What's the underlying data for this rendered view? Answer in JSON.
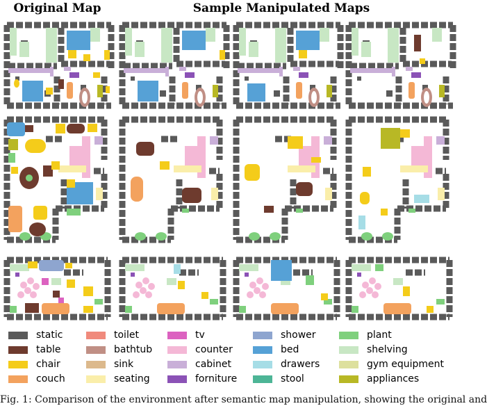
{
  "headers": {
    "original": "Original Map",
    "sample": "Sample Manipulated Maps"
  },
  "legend": [
    {
      "label": "static",
      "color": "#5a5a5a"
    },
    {
      "label": "table",
      "color": "#6e3b2e"
    },
    {
      "label": "chair",
      "color": "#f4cc1a"
    },
    {
      "label": "couch",
      "color": "#f3a25e"
    },
    {
      "label": "toilet",
      "color": "#f08a7c"
    },
    {
      "label": "bathtub",
      "color": "#c08f85"
    },
    {
      "label": "sink",
      "color": "#dcb98c"
    },
    {
      "label": "seating",
      "color": "#faeeaa"
    },
    {
      "label": "tv",
      "color": "#dc62c0"
    },
    {
      "label": "counter",
      "color": "#f4b8d6"
    },
    {
      "label": "cabinet",
      "color": "#c9afd8"
    },
    {
      "label": "forniture",
      "color": "#8b52b6"
    },
    {
      "label": "shower",
      "color": "#8ea5cf"
    },
    {
      "label": "bed",
      "color": "#56a1d6"
    },
    {
      "label": "drawers",
      "color": "#a6dde6"
    },
    {
      "label": "stool",
      "color": "#4db596"
    },
    {
      "label": "plant",
      "color": "#7fd07d"
    },
    {
      "label": "shelving",
      "color": "#c8e7c4"
    },
    {
      "label": "gym equipment",
      "color": "#dde09e"
    },
    {
      "label": "appliances",
      "color": "#b8b825"
    }
  ],
  "caption": "Fig. 1:  Comparison of the environment after semantic map manipulation, showing the original and"
}
